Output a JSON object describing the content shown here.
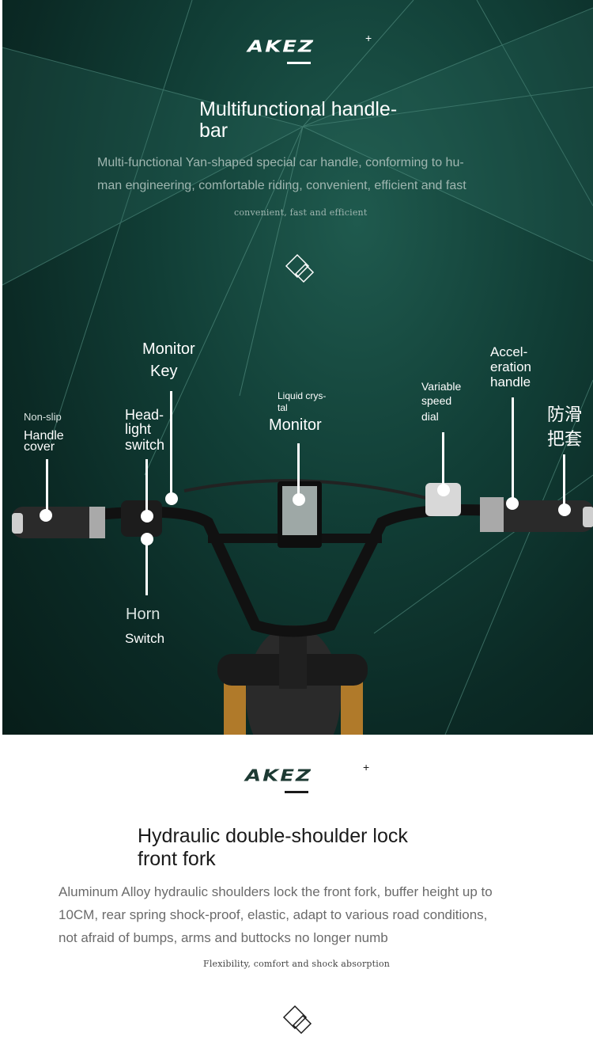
{
  "top": {
    "logo": "AKEZ",
    "logo_plus": "+",
    "title_line1": "Multifunctional handle-",
    "title_line2": "bar",
    "desc_line1": "Multi-functional Yan-shaped special car handle, conforming to hu-",
    "desc_line2": "man engineering, comfortable riding, convenient, efficient and fast",
    "tagline": "convenient, fast and efficient",
    "labels": {
      "monitor_key_1": "Monitor",
      "monitor_key_2": "Key",
      "acceleration_1": "Accel-",
      "acceleration_2": "eration",
      "acceleration_3": "handle",
      "liquid_1": "Liquid crys-",
      "liquid_2": "tal",
      "monitor": "Monitor",
      "variable_1": "Variable",
      "variable_2": "speed",
      "variable_3": "dial",
      "nonslip": "Non-slip",
      "handle_cover_1": "Handle",
      "handle_cover_2": "cover",
      "headlight_1": "Head-",
      "headlight_2": "light",
      "headlight_3": "switch",
      "chinese_1": "防滑",
      "chinese_2": "把套",
      "horn": "Horn",
      "switch": "Switch"
    }
  },
  "bottom": {
    "logo": "AKEZ",
    "logo_plus": "+",
    "title_line1": "Hydraulic double-shoulder lock",
    "title_line2": "front fork",
    "desc_line1": "Aluminum Alloy hydraulic shoulders lock the front fork, buffer height up to",
    "desc_line2": "10CM, rear spring shock-proof, elastic, adapt to various road conditions,",
    "desc_line3": "not afraid of bumps, arms and buttocks no longer numb",
    "tagline": "Flexibility, comfort and shock absorption"
  },
  "colors": {
    "bg_dark": "#0d2f29",
    "accent_white": "#ffffff",
    "text_gray": "#6b6b6b",
    "text_dark": "#1a1a1a"
  }
}
